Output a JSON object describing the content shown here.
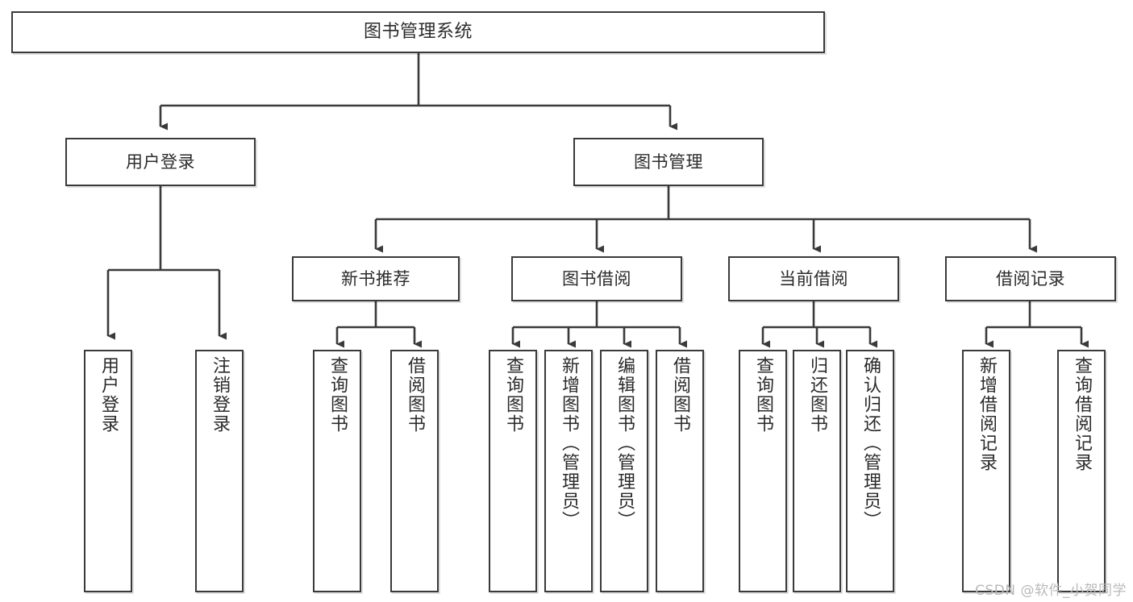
{
  "diagram": {
    "type": "hierarchy-tree",
    "title": "图书管理系统",
    "watermark": "CSDN @软件_小贺同学",
    "edge_color": "#3a3a3a",
    "box_border_color": "#3a3a3a",
    "box_fill_color": "#ffffff",
    "text_color": "#2b2b2b",
    "nodes": {
      "root": {
        "label": "图书管理系统",
        "level": 1
      },
      "l2_user_login": {
        "label": "用户登录",
        "level": 2
      },
      "l2_book_manage": {
        "label": "图书管理",
        "level": 2
      },
      "l3_new_book_rec": {
        "label": "新书推荐",
        "level": 3
      },
      "l3_book_borrow": {
        "label": "图书借阅",
        "level": 3
      },
      "l3_current_borrow": {
        "label": "当前借阅",
        "level": 3
      },
      "l3_borrow_record": {
        "label": "借阅记录",
        "level": 3
      },
      "leaf_user_login": {
        "label": "用户登录",
        "level": 4
      },
      "leaf_user_logout": {
        "label": "注销登录",
        "level": 4
      },
      "leaf_rec_query_book": {
        "label": "查询图书",
        "level": 4
      },
      "leaf_rec_borrow_book": {
        "label": "借阅图书",
        "level": 4
      },
      "leaf_bb_query_book": {
        "label": "查询图书",
        "level": 4
      },
      "leaf_bb_add_book": {
        "label": "新增图书（管理员）",
        "level": 4
      },
      "leaf_bb_edit_book": {
        "label": "编辑图书（管理员）",
        "level": 4
      },
      "leaf_bb_borrow_book": {
        "label": "借阅图书",
        "level": 4
      },
      "leaf_cb_query_book": {
        "label": "查询图书",
        "level": 4
      },
      "leaf_cb_return_book": {
        "label": "归还图书",
        "level": 4
      },
      "leaf_cb_confirm_return": {
        "label": "确认归还（管理员）",
        "level": 4
      },
      "leaf_br_add_record": {
        "label": "新增借阅记录",
        "level": 4
      },
      "leaf_br_query_record": {
        "label": "查询借阅记录",
        "level": 4
      }
    },
    "edges": [
      {
        "from": "root",
        "to": "l2_user_login"
      },
      {
        "from": "root",
        "to": "l2_book_manage"
      },
      {
        "from": "l2_user_login",
        "to": "leaf_user_login"
      },
      {
        "from": "l2_user_login",
        "to": "leaf_user_logout"
      },
      {
        "from": "l2_book_manage",
        "to": "l3_new_book_rec"
      },
      {
        "from": "l2_book_manage",
        "to": "l3_book_borrow"
      },
      {
        "from": "l2_book_manage",
        "to": "l3_current_borrow"
      },
      {
        "from": "l2_book_manage",
        "to": "l3_borrow_record"
      },
      {
        "from": "l3_new_book_rec",
        "to": "leaf_rec_query_book"
      },
      {
        "from": "l3_new_book_rec",
        "to": "leaf_rec_borrow_book"
      },
      {
        "from": "l3_book_borrow",
        "to": "leaf_bb_query_book"
      },
      {
        "from": "l3_book_borrow",
        "to": "leaf_bb_add_book"
      },
      {
        "from": "l3_book_borrow",
        "to": "leaf_bb_edit_book"
      },
      {
        "from": "l3_book_borrow",
        "to": "leaf_bb_borrow_book"
      },
      {
        "from": "l3_current_borrow",
        "to": "leaf_cb_query_book"
      },
      {
        "from": "l3_current_borrow",
        "to": "leaf_cb_return_book"
      },
      {
        "from": "l3_current_borrow",
        "to": "leaf_cb_confirm_return"
      },
      {
        "from": "l3_borrow_record",
        "to": "leaf_br_add_record"
      },
      {
        "from": "l3_borrow_record",
        "to": "leaf_br_query_record"
      }
    ]
  }
}
